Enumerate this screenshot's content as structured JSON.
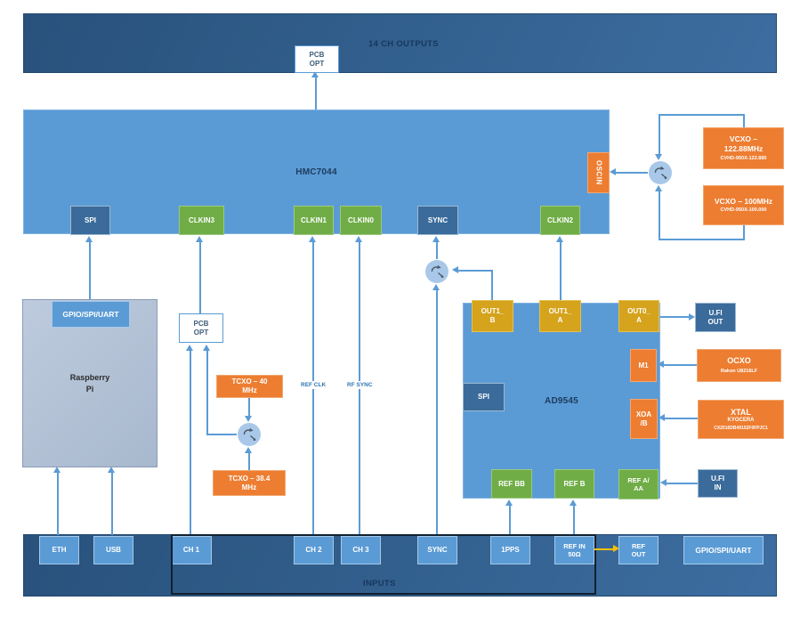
{
  "top_bar": {
    "label": "14 CH OUTPUTS"
  },
  "pcb_opt_top": {
    "line1": "PCB",
    "line2": "OPT"
  },
  "hmc7044": {
    "label": "HMC7044",
    "ports": {
      "spi": "SPI",
      "clkin3": "CLKIN3",
      "clkin1": "CLKIN1",
      "clkin0": "CLKIN0",
      "sync": "SYNC",
      "clkin2": "CLKIN2",
      "oscin": "OSCIN"
    }
  },
  "vcxo_12288": {
    "name_line1": "VCXO –",
    "name_line2": "122.88MHz",
    "part": "CVHD-950X-122.880"
  },
  "vcxo_100": {
    "name": "VCXO – 100MHz",
    "part": "CVHD-950X-100.000"
  },
  "raspberry_pi": {
    "name_line1": "Raspberry",
    "name_line2": "Pi",
    "port": "GPIO/SPI/UART"
  },
  "pcb_opt_mid": {
    "line1": "PCB",
    "line2": "OPT"
  },
  "tcxo_40": {
    "line1": "TCXO – 40",
    "line2": "MHz"
  },
  "tcxo_384": {
    "line1": "TCXO – 38.4",
    "line2": "MHz"
  },
  "wire_labels": {
    "ref_clk": "REF CLK",
    "rf_sync": "RF SYNC"
  },
  "ad9545": {
    "label": "AD9545",
    "ports": {
      "out1_b_line1": "OUT1_",
      "out1_b_line2": "B",
      "out1_a_line1": "OUT1_",
      "out1_a_line2": "A",
      "out0_a_line1": "OUT0_",
      "out0_a_line2": "A",
      "spi": "SPI",
      "m1": "M1",
      "xoab_line1": "XOA",
      "xoab_line2": "/B",
      "ref_bb": "REF BB",
      "ref_b": "REF B",
      "ref_a_aa_line1": "REF A/",
      "ref_a_aa_line2": "AA"
    }
  },
  "ufl_out": {
    "line1": "U.FI",
    "line2": "OUT"
  },
  "ufl_in": {
    "line1": "U.FI",
    "line2": "IN"
  },
  "ocxo": {
    "name": "OCXO",
    "part": "Rakon U8216LF"
  },
  "xtal": {
    "name": "XTAL",
    "vendor": "KYOCERA",
    "part": "CX2016DB49152F0FPJC1"
  },
  "bottom_bar": {
    "label": "INPUTS",
    "eth": "ETH",
    "usb": "USB",
    "ch1": "CH 1",
    "ch2": "CH 2",
    "ch3": "CH 3",
    "sync": "SYNC",
    "pps": "1PPS",
    "ref_in_line1": "REF IN",
    "ref_in_line2": "50Ω",
    "ref_out_line1": "REF",
    "ref_out_line2": "OUT",
    "gpio": "GPIO/SPI/UART"
  },
  "colors": {
    "wire": "#5B9BD5",
    "accent_arrow": "#FFC000",
    "orange": "#ED7D31",
    "green": "#70AD47",
    "gold": "#D5A321",
    "dark_port": "#3A6B9B",
    "chip_blue": "#5B9BD5"
  }
}
